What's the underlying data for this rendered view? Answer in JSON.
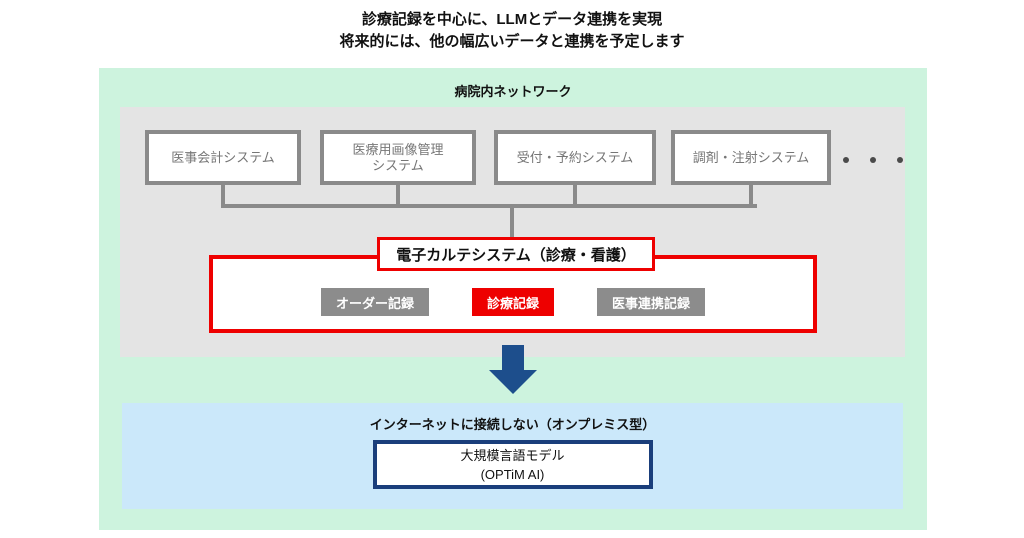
{
  "title": {
    "line1": "診療記録を中心に、LLMとデータ連携を実現",
    "line2": "将来的には、他の幅広いデータと連携を予定します"
  },
  "network": {
    "label": "病院内ネットワーク",
    "systems": [
      {
        "label": "医事会計システム"
      },
      {
        "label": "医療用画像管理\nシステム"
      },
      {
        "label": "受付・予約システム"
      },
      {
        "label": "調剤・注射システム"
      }
    ],
    "more_indicator": "・・・",
    "emr": {
      "title": "電子カルテシステム（診療・看護）",
      "records": [
        {
          "label": "オーダー記録",
          "highlight": false
        },
        {
          "label": "診療記録",
          "highlight": true
        },
        {
          "label": "医事連携記録",
          "highlight": false
        }
      ]
    }
  },
  "onpremise": {
    "label": "インターネットに接続しない（オンプレミス型）",
    "llm_label": "大規模言語モデル\n(OPTiM AI)"
  },
  "colors": {
    "mint": "#cdf3de",
    "panel_gray": "#e4e4e4",
    "border_gray": "#8a8a8a",
    "red": "#ee0000",
    "record_gray": "#8c8c8c",
    "navy": "#1a3e7b",
    "arrow_blue": "#1d4e8c",
    "light_blue": "#cbe8fa"
  }
}
